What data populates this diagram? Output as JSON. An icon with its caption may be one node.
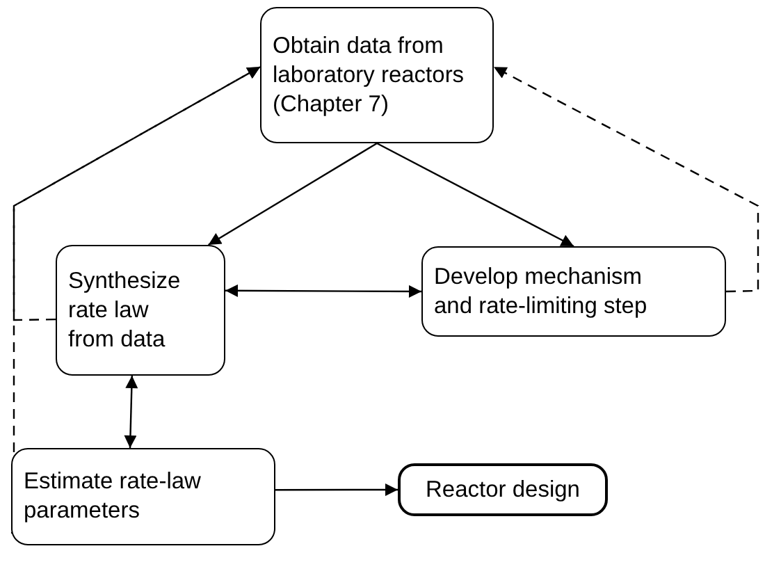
{
  "diagram": {
    "nodes": [
      {
        "text": [
          "Obtain data from laboratory reactors (Chapter 7)"
        ]
      },
      {
        "text": [
          "Synthesize rate law from data"
        ]
      },
      {
        "text": [
          "Develop mechanism and rate-limiting step"
        ]
      },
      {
        "text": [
          "Estimate rate-law parameters"
        ]
      },
      {
        "text": [
          "Reactor design"
        ]
      }
    ],
    "edges": [
      {
        "from": 0,
        "to": 1,
        "arrow": "to"
      },
      {
        "from": 0,
        "to": 2,
        "arrow": "to"
      },
      {
        "from": 1,
        "to": 2,
        "arrow": "both"
      },
      {
        "from": 1,
        "to": 3,
        "arrow": "both"
      },
      {
        "from": 3,
        "to": 4,
        "arrow": "to"
      },
      {
        "from": 3,
        "to": 0,
        "arrow": "to",
        "style": "dashed"
      },
      {
        "from": 1,
        "to": 0,
        "arrow": "to",
        "style": "dashed"
      },
      {
        "from": 2,
        "to": 0,
        "arrow": "to",
        "style": "dashed"
      }
    ]
  }
}
